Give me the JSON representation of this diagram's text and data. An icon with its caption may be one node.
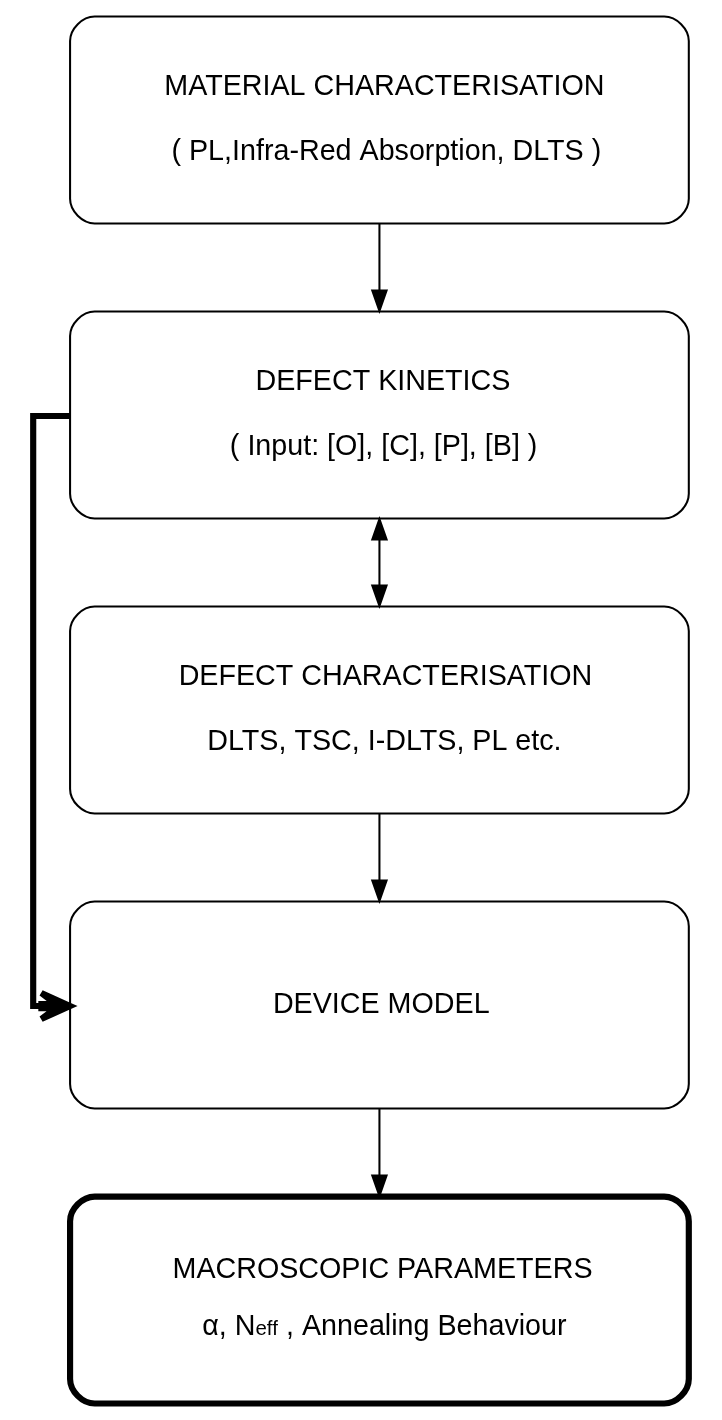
{
  "diagram": {
    "nodes": [
      {
        "text": [
          "MATERIAL CHARACTERISATION",
          "( PL,Infra-Red Absorption, DLTS )"
        ]
      },
      {
        "text": [
          "DEFECT KINETICS",
          "( Input: [O], [C], [P], [B] )"
        ]
      },
      {
        "text": [
          "DEFECT CHARACTERISATION",
          "DLTS, TSC, I-DLTS, PL etc."
        ]
      },
      {
        "text": [
          "DEVICE MODEL"
        ]
      },
      {
        "text": [
          "MACROSCOPIC PARAMETERS",
          "α, N$_{eff}$ , Annealing Behaviour"
        ]
      }
    ],
    "edges": [
      {
        "from": 0,
        "to": 1,
        "arrow": "to"
      },
      {
        "from": 1,
        "to": 2,
        "arrow": "both"
      },
      {
        "from": 2,
        "to": 3,
        "arrow": "to"
      },
      {
        "from": 1,
        "to": 3,
        "arrow": "to",
        "style": "thick"
      },
      {
        "from": 3,
        "to": 4,
        "arrow": "to"
      }
    ]
  }
}
